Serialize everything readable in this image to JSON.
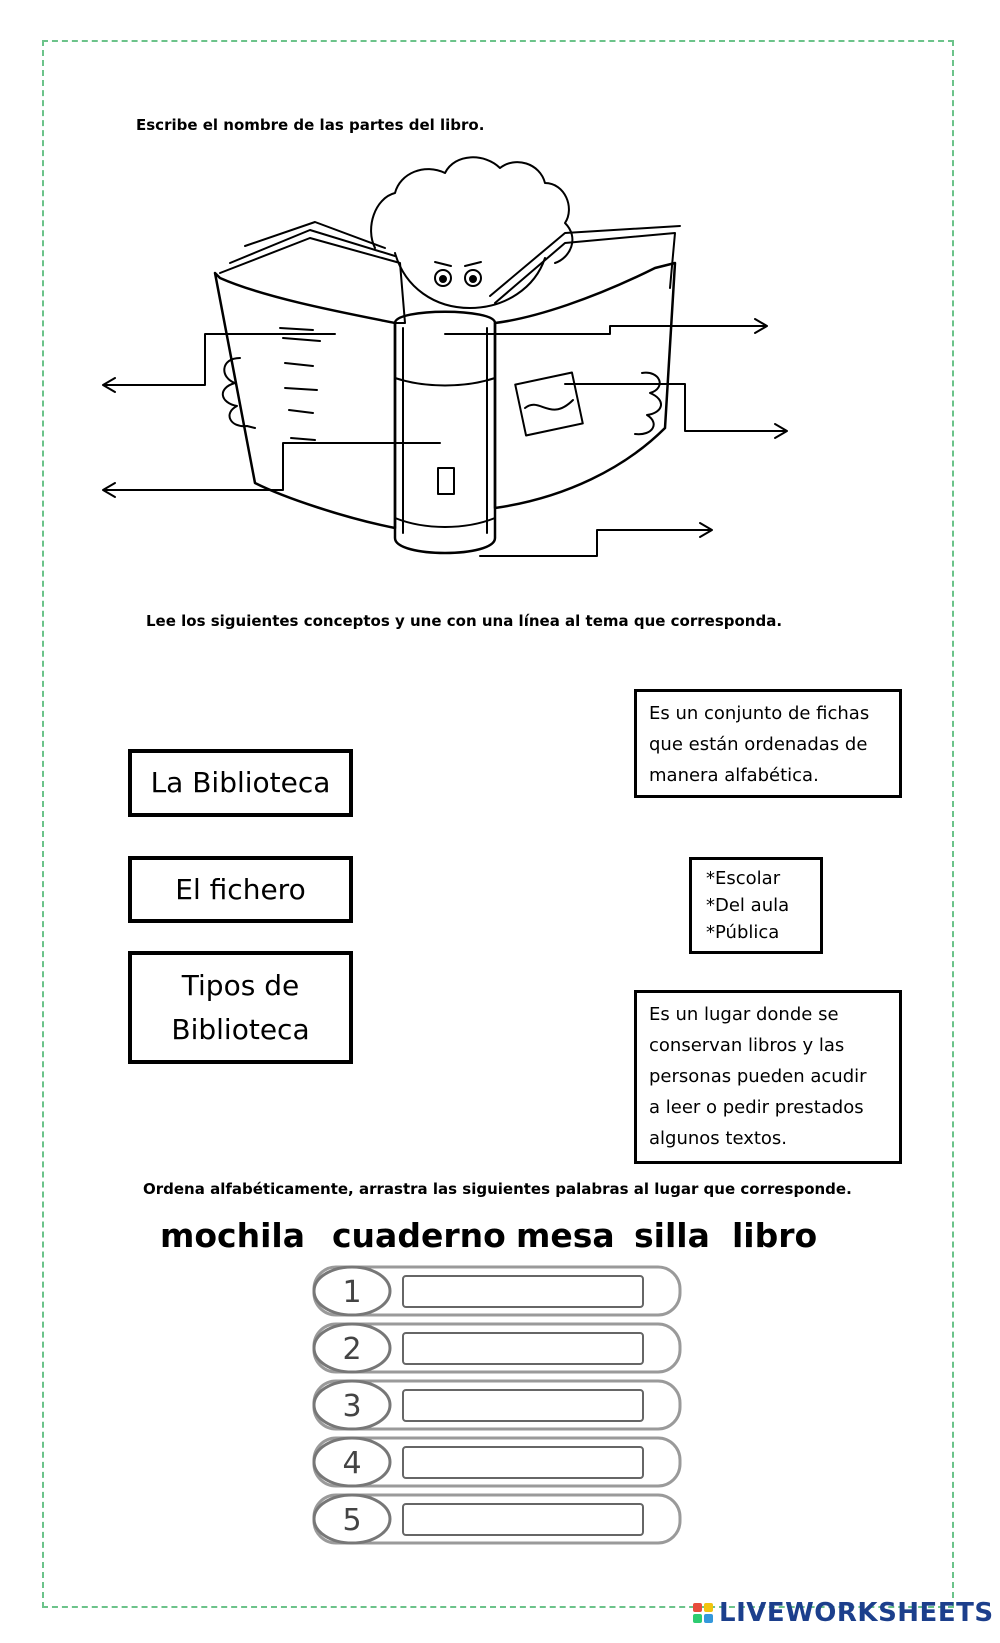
{
  "sections": {
    "parts_instruction": "Escribe el nombre de las partes del libro.",
    "match_instruction": "Lee los siguientes conceptos y une con una línea al tema que corresponda.",
    "order_instruction": "Ordena alfabéticamente, arrastra las siguientes palabras al lugar que corresponde."
  },
  "topics": {
    "biblioteca": "La Biblioteca",
    "fichero": "El fichero",
    "tipos_line1": "Tipos de",
    "tipos_line2": "Biblioteca"
  },
  "definitions": {
    "fichero_def": [
      "Es un conjunto de fichas",
      "que están ordenadas de",
      "manera alfabética."
    ],
    "tipos_def": [
      "*Escolar",
      "*Del aula",
      "*Pública"
    ],
    "biblioteca_def": [
      "Es un lugar donde se",
      "conservan libros y las",
      "personas pueden acudir",
      "a leer o pedir prestados",
      "algunos textos."
    ]
  },
  "words": [
    "mochila",
    "cuaderno",
    "mesa",
    "silla",
    "libro"
  ],
  "numbers": [
    "1",
    "2",
    "3",
    "4",
    "5"
  ],
  "brand": {
    "name": "LIVEWORKSHEETS",
    "color": "#1c3f8c",
    "mark_colors": [
      "#e74c3c",
      "#f1c40f",
      "#2ecc71",
      "#3498db"
    ]
  },
  "colors": {
    "frame_border": "#6cc38a"
  }
}
